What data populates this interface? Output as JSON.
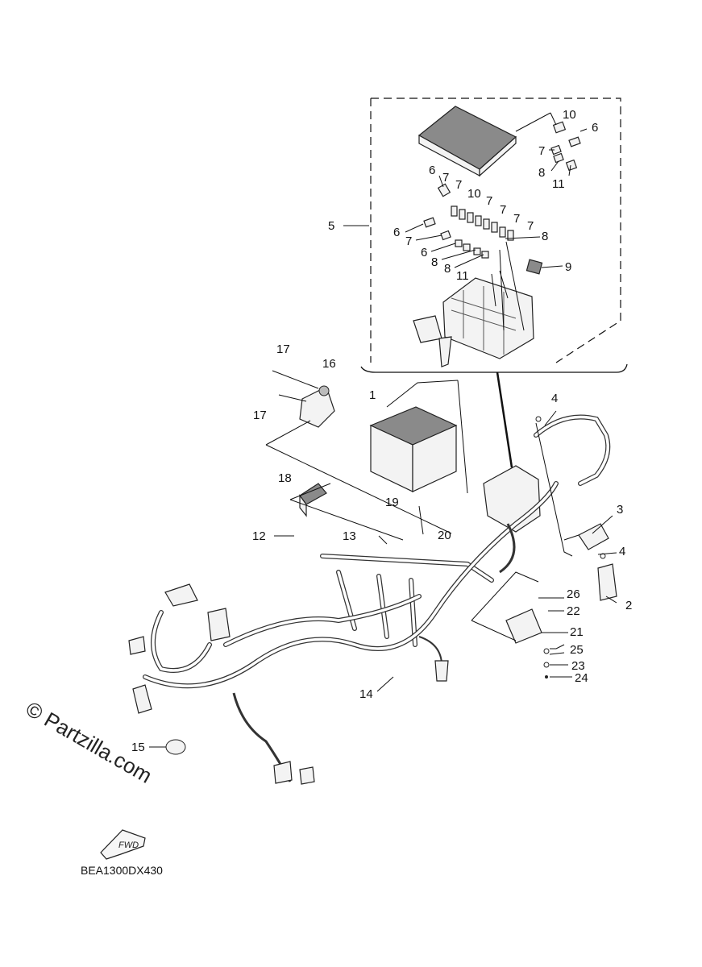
{
  "diagram": {
    "drawing_code": "BEA1300DX430",
    "watermark": "© Partzilla.com",
    "fwd_label": "FWD",
    "callouts": {
      "c1": "1",
      "c2": "2",
      "c3": "3",
      "c4a": "4",
      "c4b": "4",
      "c5": "5",
      "c6a": "6",
      "c6b": "6",
      "c6c": "6",
      "c6d": "6",
      "c7a": "7",
      "c7b": "7",
      "c7c": "7",
      "c7d": "7",
      "c7e": "7",
      "c7f": "7",
      "c7g": "7",
      "c8a": "8",
      "c8b": "8",
      "c8c": "8",
      "c8d": "8",
      "c9": "9",
      "c10a": "10",
      "c10b": "10",
      "c11a": "11",
      "c11b": "11",
      "c12": "12",
      "c13": "13",
      "c14": "14",
      "c15": "15",
      "c16": "16",
      "c17a": "17",
      "c17b": "17",
      "c18": "18",
      "c19": "19",
      "c20": "20",
      "c21": "21",
      "c22": "22",
      "c23": "23",
      "c24": "24",
      "c25": "25",
      "c26": "26"
    }
  }
}
